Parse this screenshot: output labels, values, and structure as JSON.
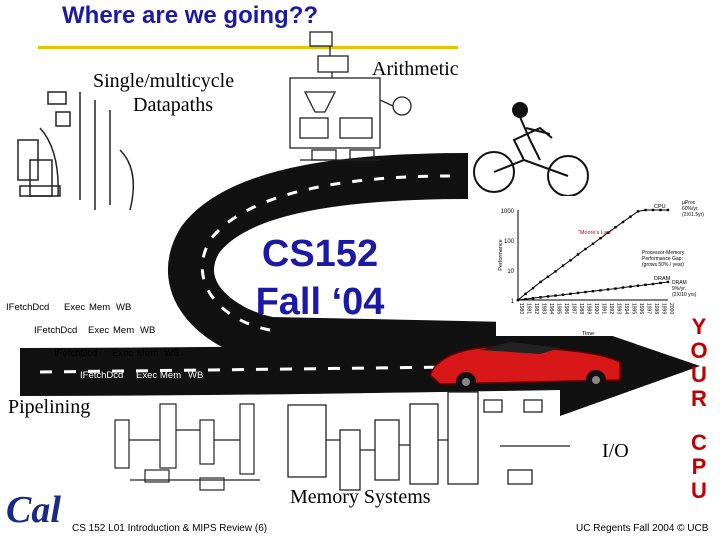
{
  "slide": {
    "title": "Where are we going??",
    "arithmetic": "Arithmetic",
    "datapaths_line1": "Single/multicycle",
    "datapaths_line2": "Datapaths",
    "course_line1": "CS152",
    "course_line2": "Fall ‘04",
    "pipelining": "Pipelining",
    "io": "I/O",
    "memory_systems": "Memory Systems",
    "you_letters": [
      "Y",
      "O",
      "U",
      "R"
    ],
    "cpu_letters": [
      "C",
      "P",
      "U"
    ],
    "footer_left": "CS 152 L01 Introduction & MIPS Review (6)",
    "footer_right": "UC Regents Fall 2004 © UCB",
    "logo_text": "Cal"
  },
  "pipeline_rows": [
    [
      "IFetch",
      "Dcd",
      "Exec",
      "Mem",
      "WB"
    ],
    [
      "IFetch",
      "Dcd",
      "Exec",
      "Mem",
      "WB"
    ],
    [
      "IFetch",
      "Dcd",
      "Exec",
      "Mem",
      "WB"
    ],
    [
      "IFetch",
      "Dcd",
      "Exec",
      "Mem",
      "WB"
    ]
  ],
  "chart_data": {
    "type": "line",
    "title": "",
    "xlabel": "Time",
    "ylabel": "Performance",
    "y_scale": "log",
    "yticks": [
      "1",
      "10",
      "100",
      "1000"
    ],
    "ylim": [
      1,
      1000
    ],
    "x": [
      "1980",
      "1981",
      "1982",
      "1983",
      "1984",
      "1985",
      "1986",
      "1987",
      "1988",
      "1989",
      "1990",
      "1991",
      "1992",
      "1993",
      "1994",
      "1995",
      "1996",
      "1997",
      "1998",
      "1999",
      "2000"
    ],
    "series": [
      {
        "name": "CPU",
        "values": [
          1,
          1.6,
          2.5,
          4,
          6,
          9,
          14,
          21,
          33,
          50,
          75,
          115,
          175,
          265,
          400,
          600,
          900,
          1000,
          1000,
          1000,
          1000
        ]
      },
      {
        "name": "DRAM",
        "values": [
          1,
          1.07,
          1.15,
          1.23,
          1.32,
          1.4,
          1.5,
          1.6,
          1.72,
          1.84,
          1.97,
          2.1,
          2.25,
          2.4,
          2.6,
          2.8,
          3,
          3.2,
          3.4,
          3.7,
          4
        ]
      }
    ],
    "annotations": [
      "“Moore's Law”",
      "µProc 60%/yr. (2X/1.5yr)",
      "Processor-Memory Performance Gap: (grows 50% / year)",
      "DRAM 9%/yr. (2X/10 yrs)"
    ]
  }
}
